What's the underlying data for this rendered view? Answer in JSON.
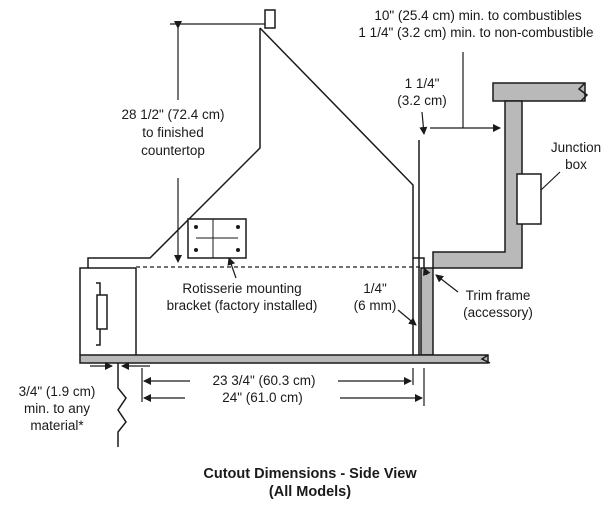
{
  "labels": {
    "clearance_combustibles": "10\" (25.4 cm) min. to combustibles",
    "clearance_noncombustible": "1 1/4\" (3.2 cm) min. to non-combustible",
    "gap_top_a": "1 1/4\"",
    "gap_top_b": "(3.2 cm)",
    "height_a": "28 1/2\" (72.4 cm)",
    "height_b": "to finished",
    "height_c": "countertop",
    "junction_a": "Junction",
    "junction_b": "box",
    "rotisserie_a": "Rotisserie mounting",
    "rotisserie_b": "bracket (factory installed)",
    "gap_bottom_a": "1/4\"",
    "gap_bottom_b": "(6 mm)",
    "trim_a": "Trim frame",
    "trim_b": "(accessory)",
    "depth_inner": "23 3/4\" (60.3 cm)",
    "depth_outer": "24\" (61.0 cm)",
    "front_a": "3/4\" (1.9 cm)",
    "front_b": "min. to any",
    "front_c": "material*"
  },
  "caption": {
    "line1": "Cutout Dimensions - Side View",
    "line2": "(All Models)"
  }
}
